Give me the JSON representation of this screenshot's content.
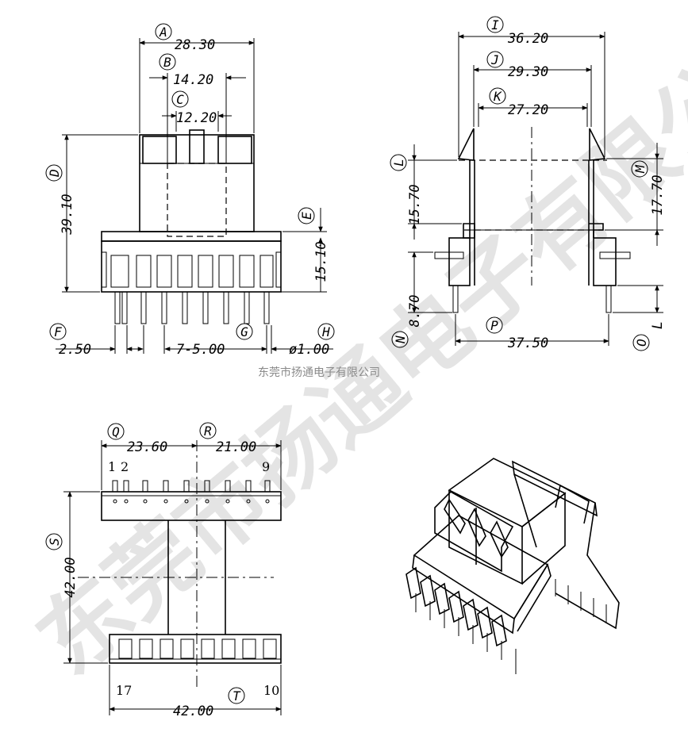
{
  "caption": "东莞市扬通电子有限公司",
  "watermark": "东莞市扬通电子有限公司",
  "front_view": {
    "A": {
      "letter": "A",
      "value": "28.30"
    },
    "B": {
      "letter": "B",
      "value": "14.20"
    },
    "C": {
      "letter": "C",
      "value": "12.20"
    },
    "D": {
      "letter": "D",
      "value": "39.10"
    },
    "E": {
      "letter": "E",
      "value": "15.10"
    },
    "F": {
      "letter": "F",
      "value": "2.50"
    },
    "G": {
      "letter": "G",
      "value": "7-5.00"
    },
    "H": {
      "letter": "H",
      "value": "ø1.00"
    }
  },
  "side_view": {
    "I": {
      "letter": "I",
      "value": "36.20"
    },
    "J": {
      "letter": "J",
      "value": "29.30"
    },
    "K": {
      "letter": "K",
      "value": "27.20"
    },
    "L": {
      "letter": "L",
      "value": "15.70"
    },
    "M": {
      "letter": "M",
      "value": "17.70"
    },
    "N": {
      "letter": "N",
      "value": "8.70"
    },
    "O": {
      "letter": "O",
      "value": "L"
    },
    "P": {
      "letter": "P",
      "value": "37.50"
    }
  },
  "bottom_view": {
    "Q": {
      "letter": "Q",
      "value": "23.60"
    },
    "R": {
      "letter": "R",
      "value": "21.00"
    },
    "S": {
      "letter": "S",
      "value": "42.00"
    },
    "T": {
      "letter": "T",
      "value": "42.00"
    },
    "pins": {
      "p1": "1",
      "p2": "2",
      "p9": "9",
      "p17": "17",
      "p10": "10"
    }
  },
  "colors": {
    "line": "#000000",
    "caption": "#8a8a8a",
    "background": "#ffffff"
  }
}
